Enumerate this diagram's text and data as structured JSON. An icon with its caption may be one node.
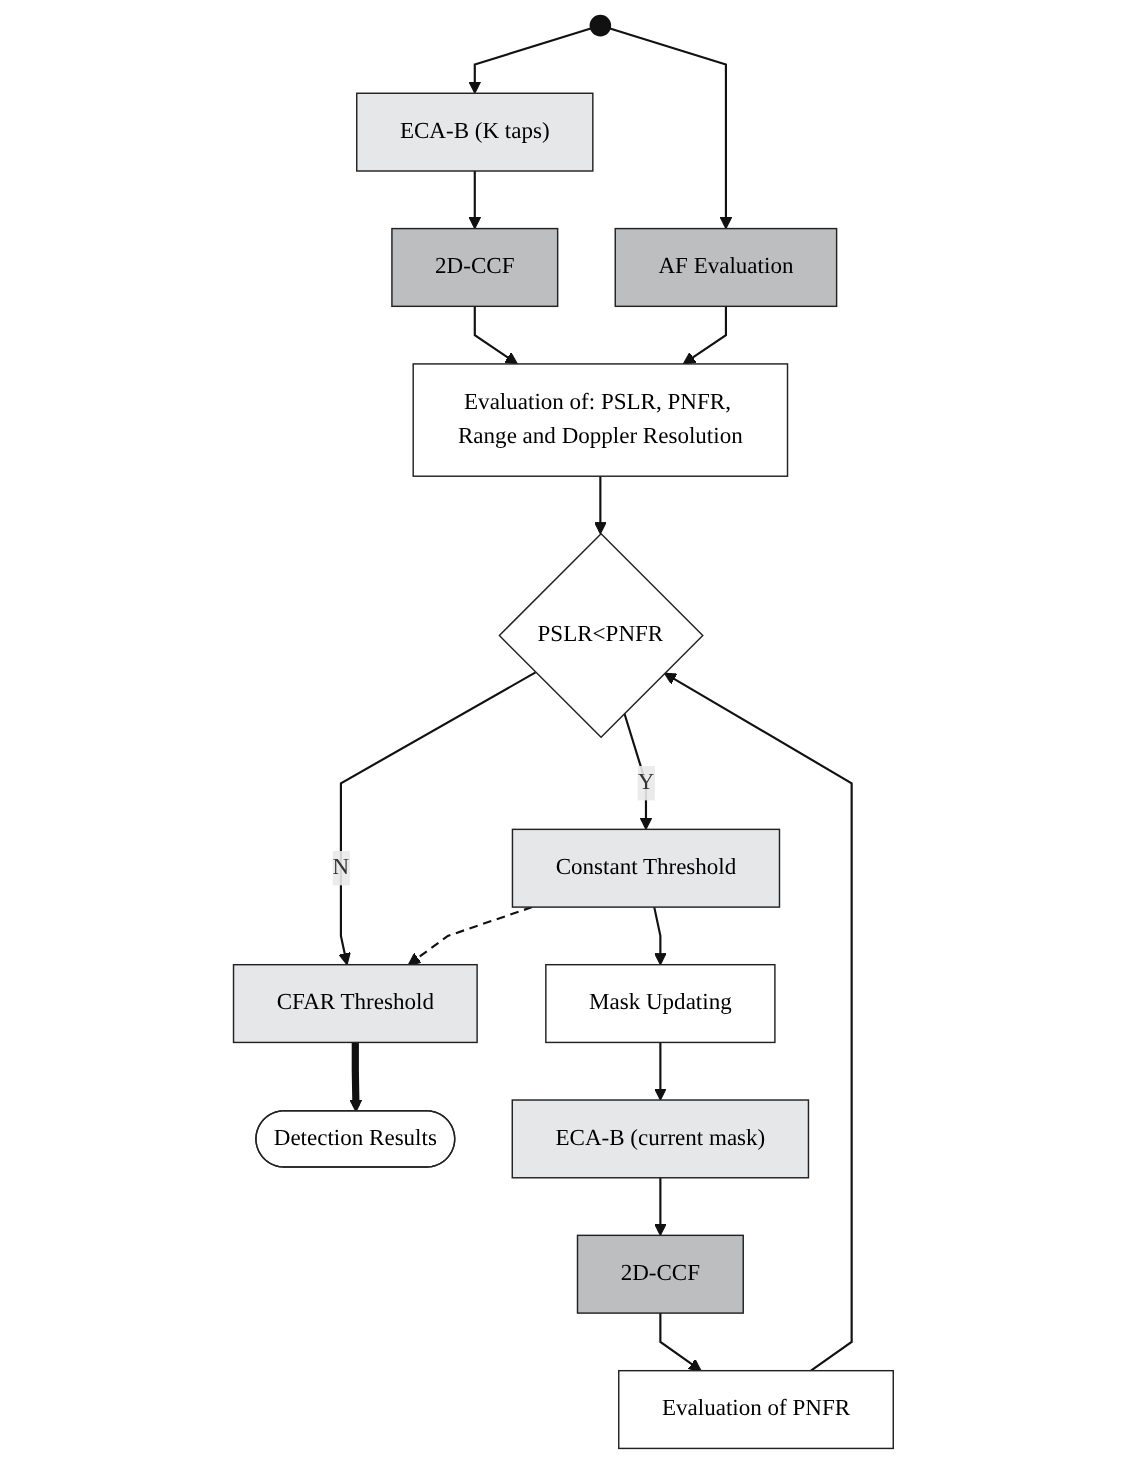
{
  "diagram": {
    "nodes": [
      {
        "text": [
          "ECA-B (K taps)"
        ]
      },
      {
        "text": [
          "AF Evaluation"
        ]
      },
      {
        "text": [
          "2D-CCF"
        ]
      },
      {
        "text": [
          "Evaluation of: PSLR, PNFR, Range and Doppler Resolution"
        ]
      },
      {
        "text": [
          "PSLR<PNFR"
        ]
      },
      {
        "text": [
          "Constant Threshold"
        ]
      },
      {
        "text": [
          "CFAR Threshold"
        ]
      },
      {
        "text": [
          "Mask Updating"
        ]
      },
      {
        "text": [
          "Detection Results"
        ]
      },
      {
        "text": [
          "ECA-B (current mask)"
        ]
      },
      {
        "text": [
          "2D-CCF"
        ]
      },
      {
        "text": [
          "Evaluation of PNFR"
        ]
      }
    ],
    "edges": [
      {
        "from": null,
        "to": 0,
        "arrow": "to"
      },
      {
        "from": null,
        "to": 1,
        "arrow": "to"
      },
      {
        "from": 0,
        "to": 2,
        "arrow": "to"
      },
      {
        "from": 2,
        "to": 3,
        "arrow": "to"
      },
      {
        "from": 1,
        "to": 3,
        "arrow": "to"
      },
      {
        "from": 3,
        "to": 4,
        "arrow": "to"
      },
      {
        "from": 4,
        "to": 5,
        "arrow": "to",
        "label": "Y"
      },
      {
        "from": 4,
        "to": 6,
        "arrow": "to",
        "label": "N"
      },
      {
        "from": 5,
        "to": 6,
        "arrow": "to",
        "style": "dashed"
      },
      {
        "from": 6,
        "to": 8,
        "arrow": "to",
        "style": "thick"
      },
      {
        "from": 5,
        "to": 7,
        "arrow": "to"
      },
      {
        "from": 7,
        "to": 9,
        "arrow": "to"
      },
      {
        "from": 9,
        "to": 10,
        "arrow": "to"
      },
      {
        "from": 10,
        "to": 11,
        "arrow": "to"
      },
      {
        "from": 11,
        "to": 4,
        "arrow": "to"
      }
    ]
  }
}
